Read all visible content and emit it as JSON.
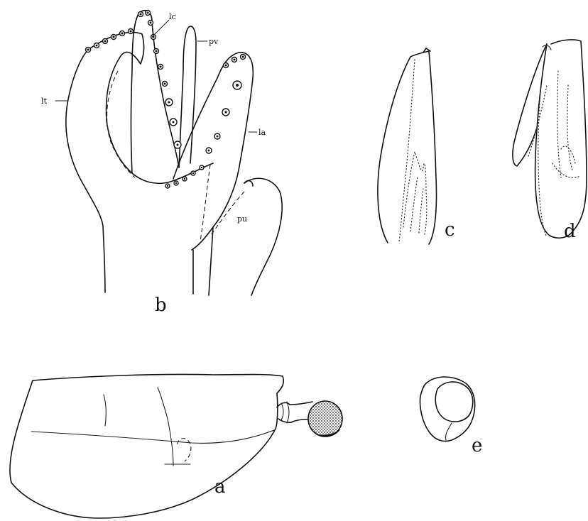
{
  "panels": {
    "a": "a",
    "b": "b",
    "c": "c",
    "d": "d",
    "e": "e"
  },
  "structure_labels": {
    "lt": "lt",
    "lc": "lc",
    "pv": "pv",
    "la": "la",
    "pu": "pu"
  }
}
